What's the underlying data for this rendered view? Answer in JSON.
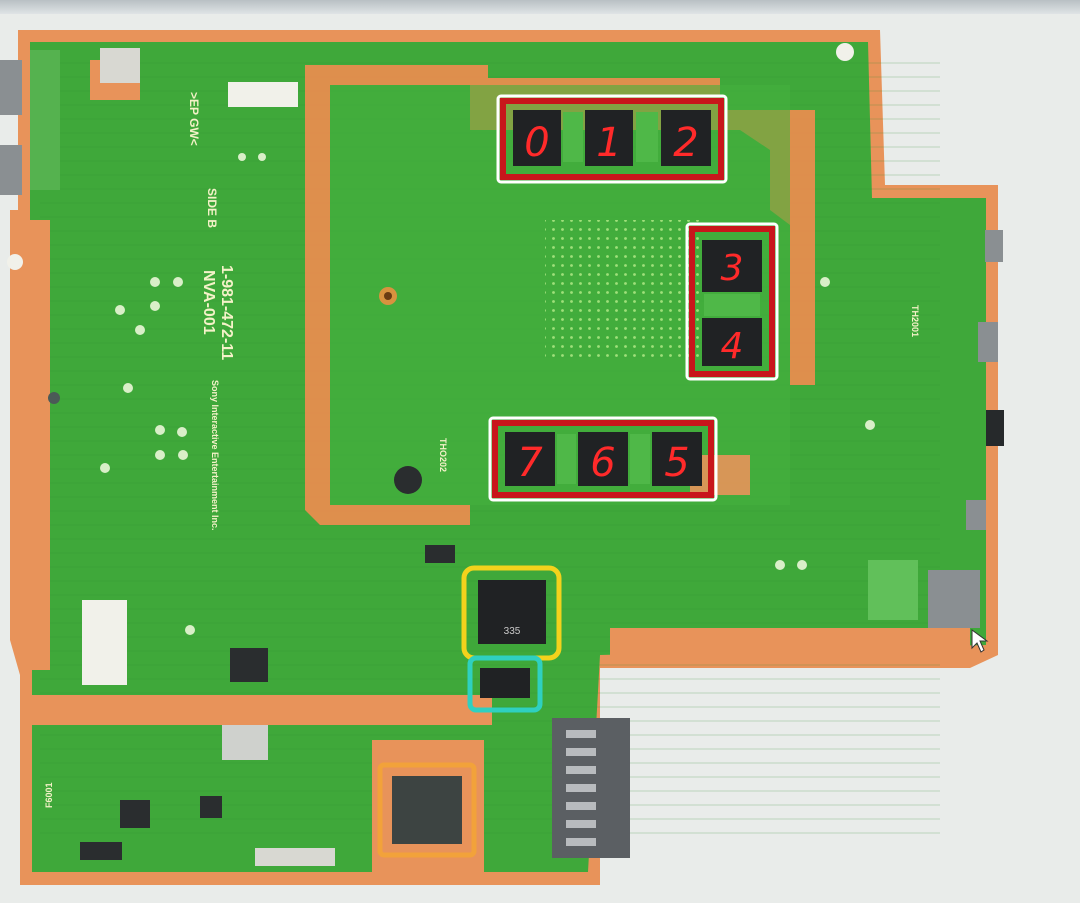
{
  "board": {
    "part_number": "1-981-472-11",
    "model": "NVA-001",
    "manufacturer": "Sony Interactive Entertainment Inc.",
    "side": "SIDE B",
    "ep_gw": ">EP GW<",
    "ic_label_southbridge": "335",
    "label_bottom_left": "F6001",
    "label_right_edge": "TH2001",
    "label_center": "THO202"
  },
  "memory_chips": [
    {
      "label": "0"
    },
    {
      "label": "1"
    },
    {
      "label": "2"
    },
    {
      "label": "3"
    },
    {
      "label": "4"
    },
    {
      "label": "7"
    },
    {
      "label": "6"
    },
    {
      "label": "5"
    }
  ],
  "highlight_colors": {
    "memory": "#c8161b",
    "southbridge": "#f3d21c",
    "flash": "#2fd0c0",
    "wifi": "#f2a23a"
  },
  "colors": {
    "pcb_green": "#3fa83a",
    "copper_orange": "#e8935a",
    "silkscreen": "#f4f2c8"
  }
}
